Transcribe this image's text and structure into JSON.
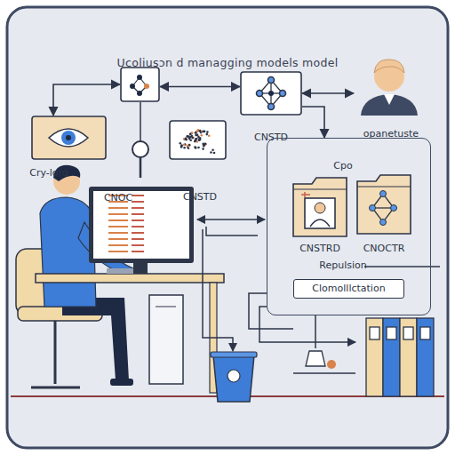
{
  "diagram": {
    "title": "Ucoliusɔn d managging models model",
    "nodes": [
      {
        "text": [
          "Cry-lord"
        ]
      },
      {
        "text": [
          "CNOC"
        ]
      },
      {
        "text": [
          "CNSTD"
        ]
      },
      {
        "text": [
          "CNSTD"
        ]
      },
      {
        "text": [
          "opanetuste"
        ]
      },
      {
        "text": [
          "Cpo",
          "Repulsion"
        ]
      },
      {
        "text": [
          "CNSTRD"
        ],
        "in": 5
      },
      {
        "text": [
          "CNOCTR"
        ],
        "in": 5
      },
      {
        "text": [
          "Clomolllctation"
        ],
        "in": 5
      }
    ],
    "edges": [
      {
        "from": 0,
        "to": 1,
        "arrow": "both"
      },
      {
        "from": 1,
        "to": 3,
        "arrow": "both"
      },
      {
        "from": 3,
        "to": 4,
        "arrow": "both"
      },
      {
        "from": 3,
        "to": 5,
        "arrow": "to"
      }
    ]
  }
}
